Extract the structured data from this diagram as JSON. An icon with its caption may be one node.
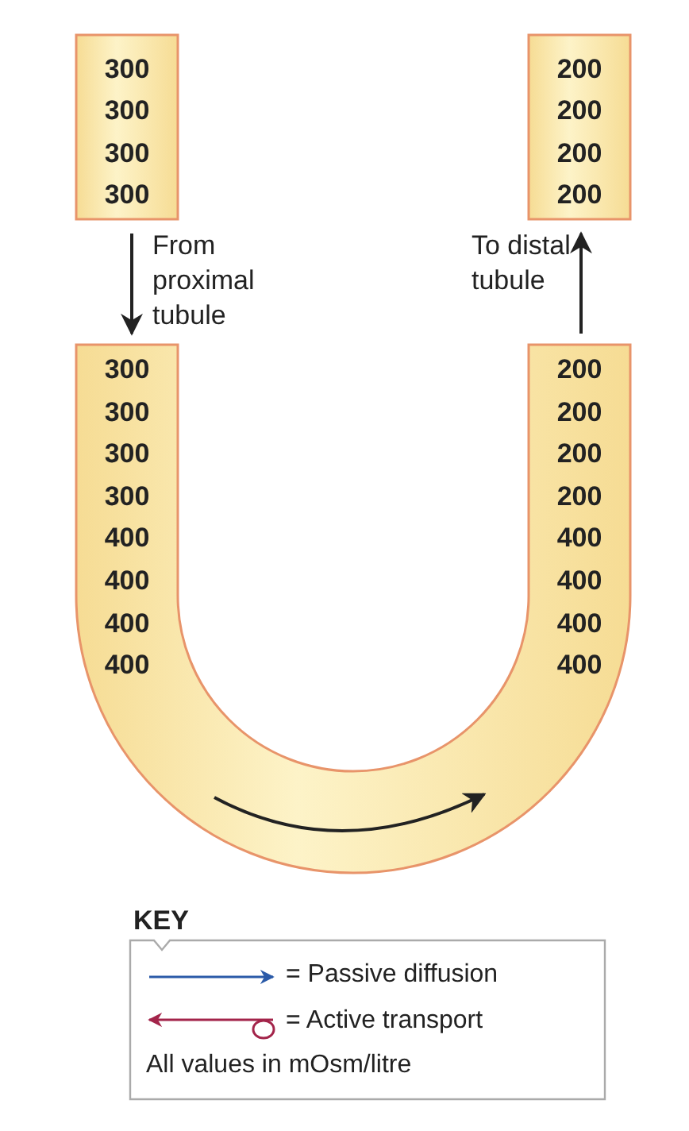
{
  "diagram": {
    "labels": [
      "300",
      "200",
      "300",
      "200",
      "300",
      "200",
      "300",
      "200",
      "From proximal tubule",
      "To distal tubule",
      "300",
      "200",
      "300",
      "200",
      "300",
      "200",
      "300",
      "200",
      "400",
      "400",
      "400",
      "400",
      "400",
      "400",
      "400",
      "400",
      "KEY",
      "All values in mOsm/litre"
    ],
    "legend": [
      {
        "text": "= Passive diffusion"
      },
      {
        "text": "= Active transport"
      }
    ]
  }
}
